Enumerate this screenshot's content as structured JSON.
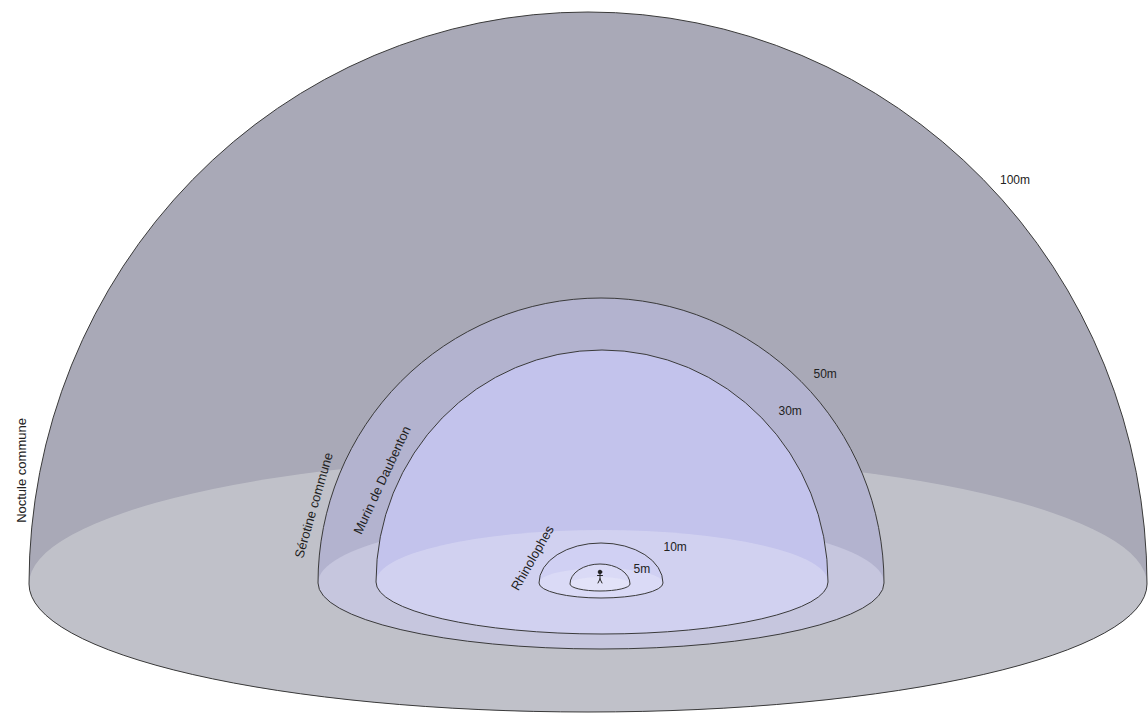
{
  "diagram": {
    "nodes": [
      {
        "text": [
          "Noctule commune",
          "100m"
        ]
      },
      {
        "text": [
          "Sérotine commune",
          "50m"
        ],
        "in": 0
      },
      {
        "text": [
          "Murin de Daubenton",
          "30m"
        ],
        "in": 1
      },
      {
        "text": [
          "Rhinolophes",
          "10m"
        ],
        "in": 2
      },
      {
        "text": [
          "5m"
        ],
        "in": 3
      }
    ]
  }
}
